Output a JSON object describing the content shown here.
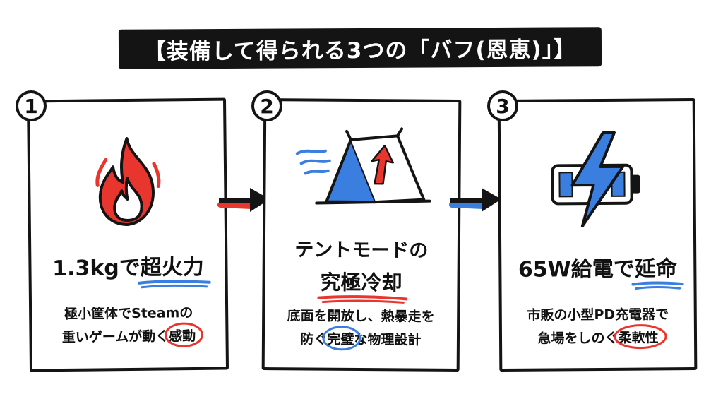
{
  "title": "【装備して得られる3つの「バフ(恩恵)」】",
  "colors": {
    "red": "#e8362e",
    "blue": "#3a7ee0",
    "ink": "#141414"
  },
  "cards": [
    {
      "number": "1",
      "icon": "flame-icon",
      "headline_pre": "1.3kgで",
      "headline_em": "超火力",
      "desc_line1": "極小筐体でSteamの",
      "desc_line2_pre": "重いゲームが動く",
      "desc_line2_em": "感動"
    },
    {
      "number": "2",
      "icon": "tent-icon",
      "headline_line1": "テントモードの",
      "headline_em": "究極冷却",
      "desc_line1": "底面を開放し、熱暴走を",
      "desc_line2_pre": "防ぐ",
      "desc_line2_em": "完璧",
      "desc_line2_post": "な物理設計"
    },
    {
      "number": "3",
      "icon": "battery-bolt-icon",
      "headline_pre": "65W給電で",
      "headline_em": "延命",
      "desc_line1": "市販の小型PD充電器で",
      "desc_line2_pre": "急場をしのぐ",
      "desc_line2_em": "柔軟性"
    }
  ]
}
